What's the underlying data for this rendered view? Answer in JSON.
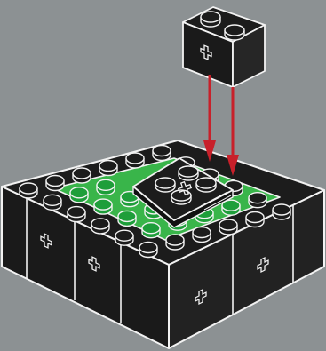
{
  "figure": {
    "kind": "assembly-instruction-step",
    "colors": {
      "background": "#8c9193",
      "brick": "#1c1c1c",
      "brick_dark": "#111111",
      "brick_side": "#262626",
      "outline": "#f2f2f2",
      "plate_green": "#39b54a",
      "stud_green": "#1e9e3a",
      "arrow": "#c8202a"
    },
    "parts": {
      "floating_brick": {
        "color": "black",
        "studs": 2
      },
      "base_frame": {
        "color": "black",
        "studs_per_side": 6
      },
      "inner_plate": {
        "color": "green"
      },
      "tilted_part": {
        "color": "black"
      },
      "arrows": {
        "count": 2,
        "color": "red",
        "direction": "down"
      }
    }
  }
}
